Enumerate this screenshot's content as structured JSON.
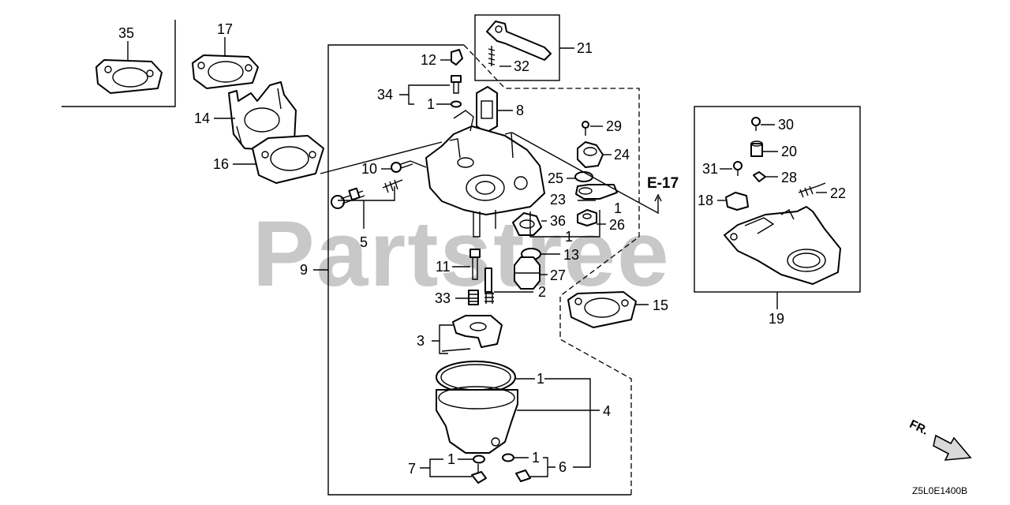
{
  "watermark": "Partstree",
  "diagram_code": "Z5L0E1400B",
  "ref_marker": "E-17",
  "direction_label": "FR.",
  "callouts": {
    "c35": "35",
    "c17": "17",
    "c14": "14",
    "c16": "16",
    "c12": "12",
    "c32": "32",
    "c21": "21",
    "c34": "34",
    "c1a": "1",
    "c8": "8",
    "c29": "29",
    "c24": "24",
    "c10": "10",
    "c25": "25",
    "c23": "23",
    "c1b": "1",
    "c36": "36",
    "c26": "26",
    "c1c": "1",
    "c13": "13",
    "c5": "5",
    "c9": "9",
    "c11": "11",
    "c27": "27",
    "c2": "2",
    "c33": "33",
    "c3": "3",
    "c1d": "1",
    "c4": "4",
    "c7": "7",
    "c1e": "1",
    "c1f": "1",
    "c6": "6",
    "c15": "15",
    "c30": "30",
    "c20": "20",
    "c31": "31",
    "c28": "28",
    "c18": "18",
    "c22": "22",
    "c19": "19"
  }
}
